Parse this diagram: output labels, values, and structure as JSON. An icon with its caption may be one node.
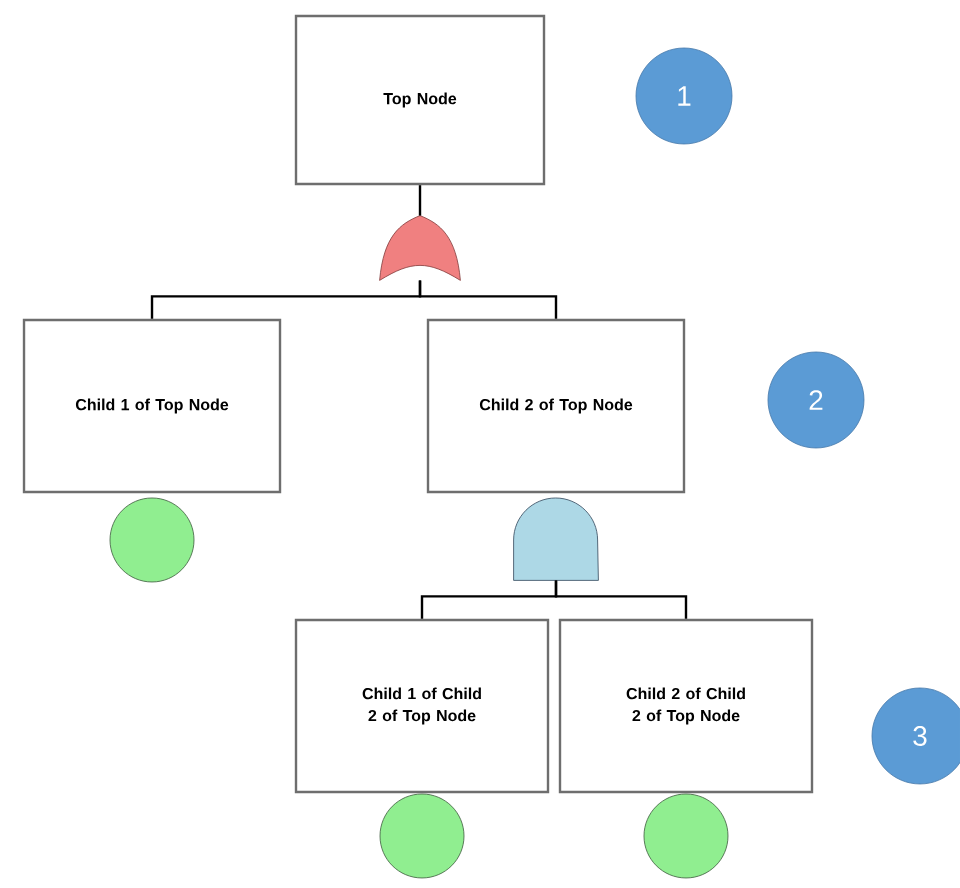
{
  "diagram": {
    "nodes": [
      {
        "text": [
          "Top Node"
        ]
      },
      {
        "text": [
          "1"
        ]
      },
      {
        "text": [],
        "shape": "or-gate"
      },
      {
        "text": [
          "Child 1 of Top Node"
        ]
      },
      {
        "text": [
          "Child 2 of Top Node"
        ]
      },
      {
        "text": [
          "2"
        ]
      },
      {
        "text": [],
        "shape": "circle"
      },
      {
        "text": [],
        "shape": "and-gate"
      },
      {
        "text": [
          "Child 1 of Child 2 of Top Node"
        ]
      },
      {
        "text": [
          "Child 2 of Child 2 of Top Node"
        ]
      },
      {
        "text": [
          "3"
        ]
      },
      {
        "text": [],
        "shape": "circle"
      },
      {
        "text": [],
        "shape": "circle"
      }
    ],
    "edges": [
      {
        "from": 0,
        "to": 2,
        "arrow": "none"
      },
      {
        "from": 2,
        "to": 3,
        "arrow": "none"
      },
      {
        "from": 2,
        "to": 4,
        "arrow": "none"
      },
      {
        "from": 7,
        "to": 8,
        "arrow": "none"
      },
      {
        "from": 7,
        "to": 9,
        "arrow": "none"
      }
    ]
  }
}
